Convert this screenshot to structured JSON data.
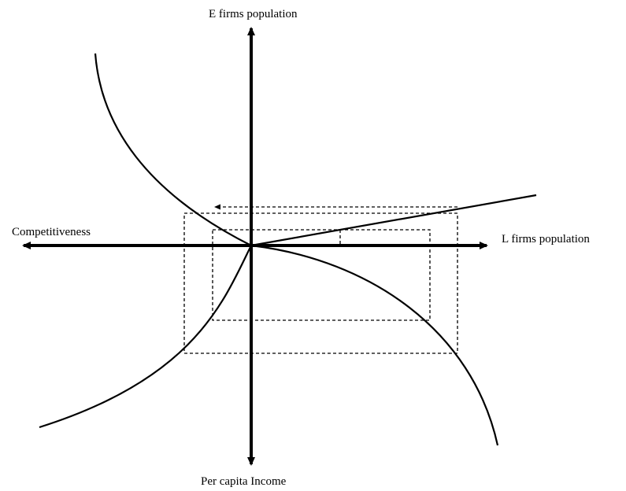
{
  "labels": {
    "top": "E firms population",
    "left": "Competitiveness",
    "right": "L firms population",
    "bottom": "Per capita Income"
  },
  "colors": {
    "ink": "#000000",
    "background": "#ffffff"
  }
}
